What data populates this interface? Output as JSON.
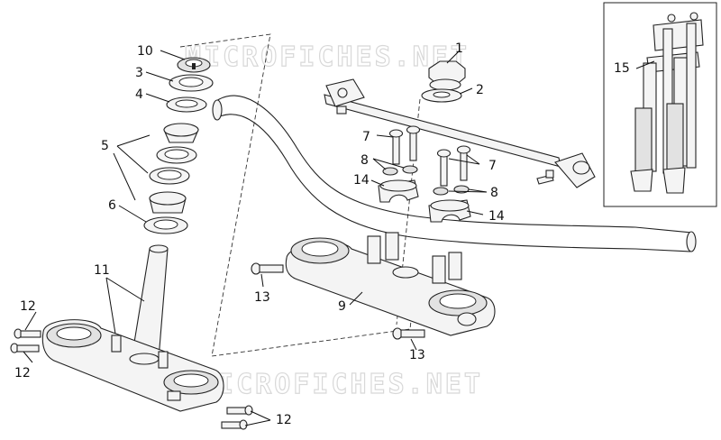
{
  "watermark": "MICROFICHES.NET",
  "callouts": {
    "c1": "1",
    "c2": "2",
    "c3": "3",
    "c4": "4",
    "c5": "5",
    "c6": "6",
    "c7a": "7",
    "c7b": "7",
    "c8a": "8",
    "c8b": "8",
    "c9": "9",
    "c10": "10",
    "c11": "11",
    "c12a": "12",
    "c12b": "12",
    "c12c": "12",
    "c13a": "13",
    "c13b": "13",
    "c14a": "14",
    "c14b": "14",
    "c15": "15"
  }
}
